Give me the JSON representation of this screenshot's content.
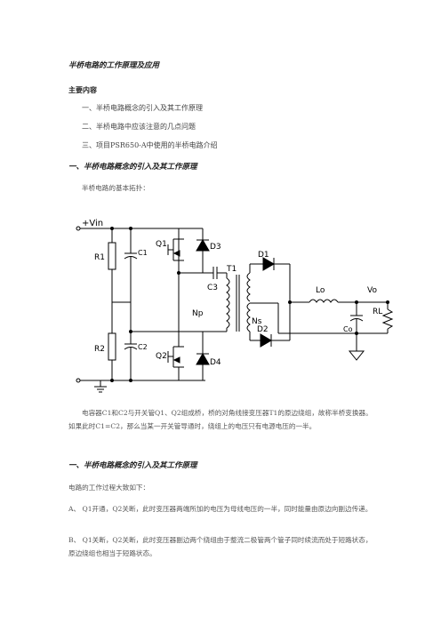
{
  "document": {
    "title": "半桥电路的工作原理及应用",
    "contents_heading": "主要内容",
    "toc": [
      "一、半桥电路概念的引入及其工作原理",
      "二、半桥电路中应该注意的几点问题",
      "三、项目PSR650-A中使用的半桥电路介绍"
    ],
    "section1_heading": "一、半桥电路概念的引入及其工作原理",
    "topology_caption": "半桥电路的基本拓扑：",
    "description": "电容器C1和C2与开关管Q1、Q2组成桥，桥的对角线接变压器T1的原边绕组，故称半桥变换器。如果此时C1=C2，那么当某一开关管导通时，绕组上的电压只有电源电压的一半。",
    "section1_heading_repeat": "一、半桥电路概念的引入及其工作原理",
    "process_intro": "电路的工作过程大致如下：",
    "steps": [
      "A、 Q1开通，Q2关断，此时变压器两端所加的电压为母线电压的一半，同时能量由原边向副边传递。",
      "B、 Q1关断，Q2关断，此时变压器副边两个绕组由于整流二极管两个管子同时续流而处于短路状态，原边绕组也相当于短路状态。"
    ]
  },
  "schematic_labels": {
    "vin": "+Vin",
    "r1": "R1",
    "c1": "C1",
    "q1": "Q1",
    "d3": "D3",
    "t1": "T1",
    "d1": "D1",
    "c3": "C3",
    "np": "Np",
    "ns": "Ns",
    "lo": "Lo",
    "vo": "Vo",
    "rl": "RL",
    "co": "Co",
    "d2": "D2",
    "r2": "R2",
    "c2": "C2",
    "q2": "Q2",
    "d4": "D4"
  },
  "colors": {
    "text": "#333333",
    "wire": "#000000"
  }
}
